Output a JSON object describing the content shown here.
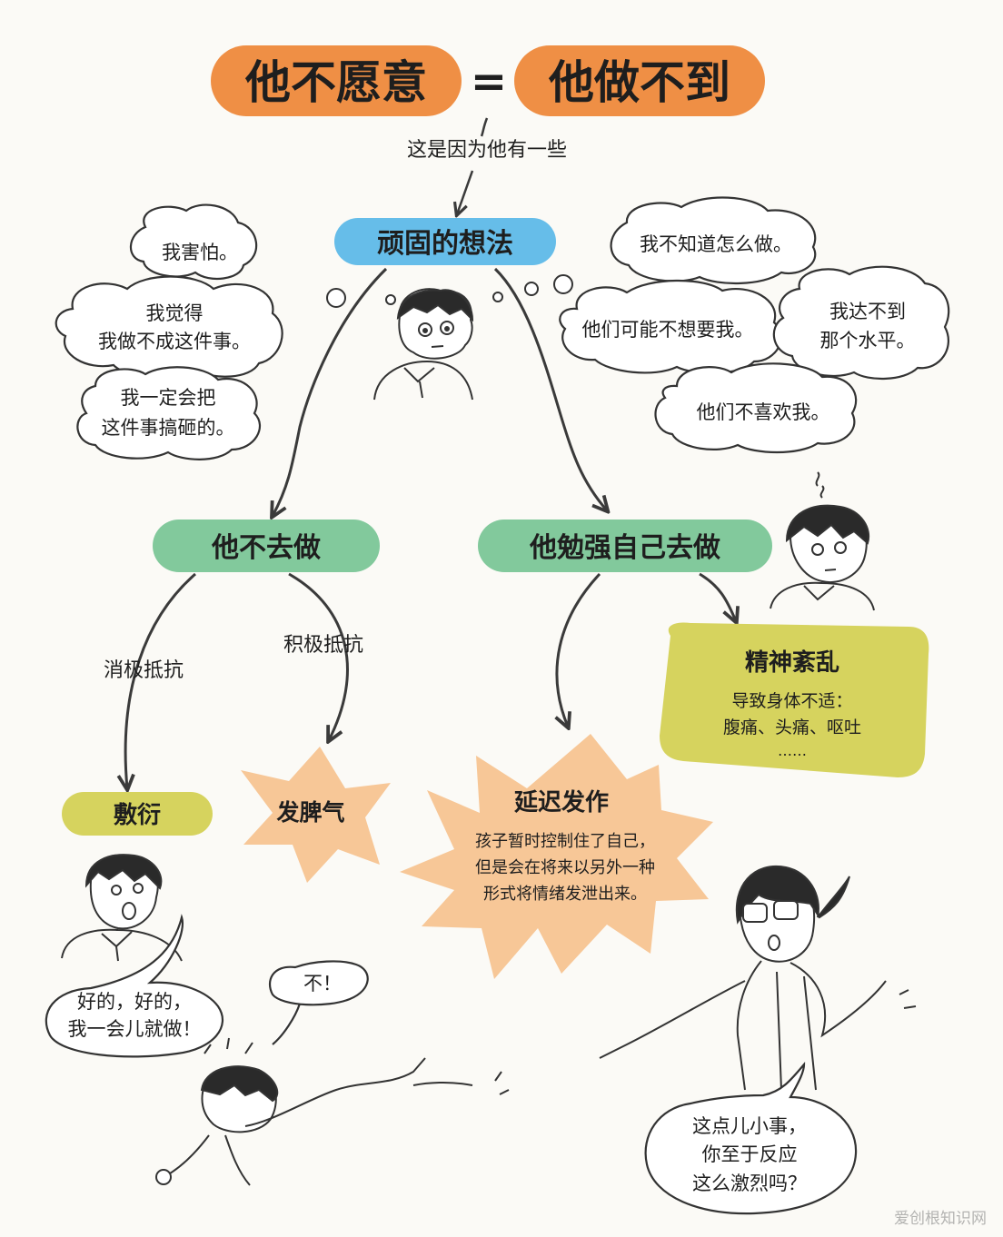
{
  "title": {
    "left": "他不愿意",
    "equals": "=",
    "right": "他做不到"
  },
  "connector_text": "这是因为他有一些",
  "root_node": "顽固的想法",
  "thoughts_left": {
    "t1": "我害怕。",
    "t2": [
      "我觉得",
      "我做不成这件事。"
    ],
    "t3": [
      "我一定会把",
      "这件事搞砸的。"
    ]
  },
  "thoughts_right": {
    "t1": "我不知道怎么做。",
    "t2": "他们可能不想要我。",
    "t3": [
      "我达不到",
      "那个水平。"
    ],
    "t4": "他们不喜欢我。"
  },
  "branch_left": {
    "label": "他不去做",
    "passive_label": "消极抵抗",
    "active_label": "积极抵抗",
    "passive_result": "敷衍",
    "active_result": "发脾气",
    "speech_passive": [
      "好的，好的，",
      "我一会儿就做！"
    ],
    "speech_active": "不！"
  },
  "branch_right": {
    "label": "他勉强自己去做",
    "mental": {
      "title": "精神紊乱",
      "lines": [
        "导致身体不适：",
        "腹痛、头痛、呕吐"
      ],
      "ellipsis": "……"
    },
    "delayed": {
      "title": "延迟发作",
      "lines": [
        "孩子暂时控制住了自己，",
        "但是会在将来以另外一种",
        "形式将情绪发泄出来。"
      ]
    },
    "speech_parent": [
      "这点儿小事，",
      "你至于反应",
      "这么激烈吗？"
    ]
  },
  "colors": {
    "orange": "#ef8f45",
    "blue": "#66bde9",
    "green": "#82c99c",
    "olive": "#d6d35e",
    "star": "#f7c797",
    "line": "#3a3a3a"
  },
  "watermark": "爱创根知识网"
}
